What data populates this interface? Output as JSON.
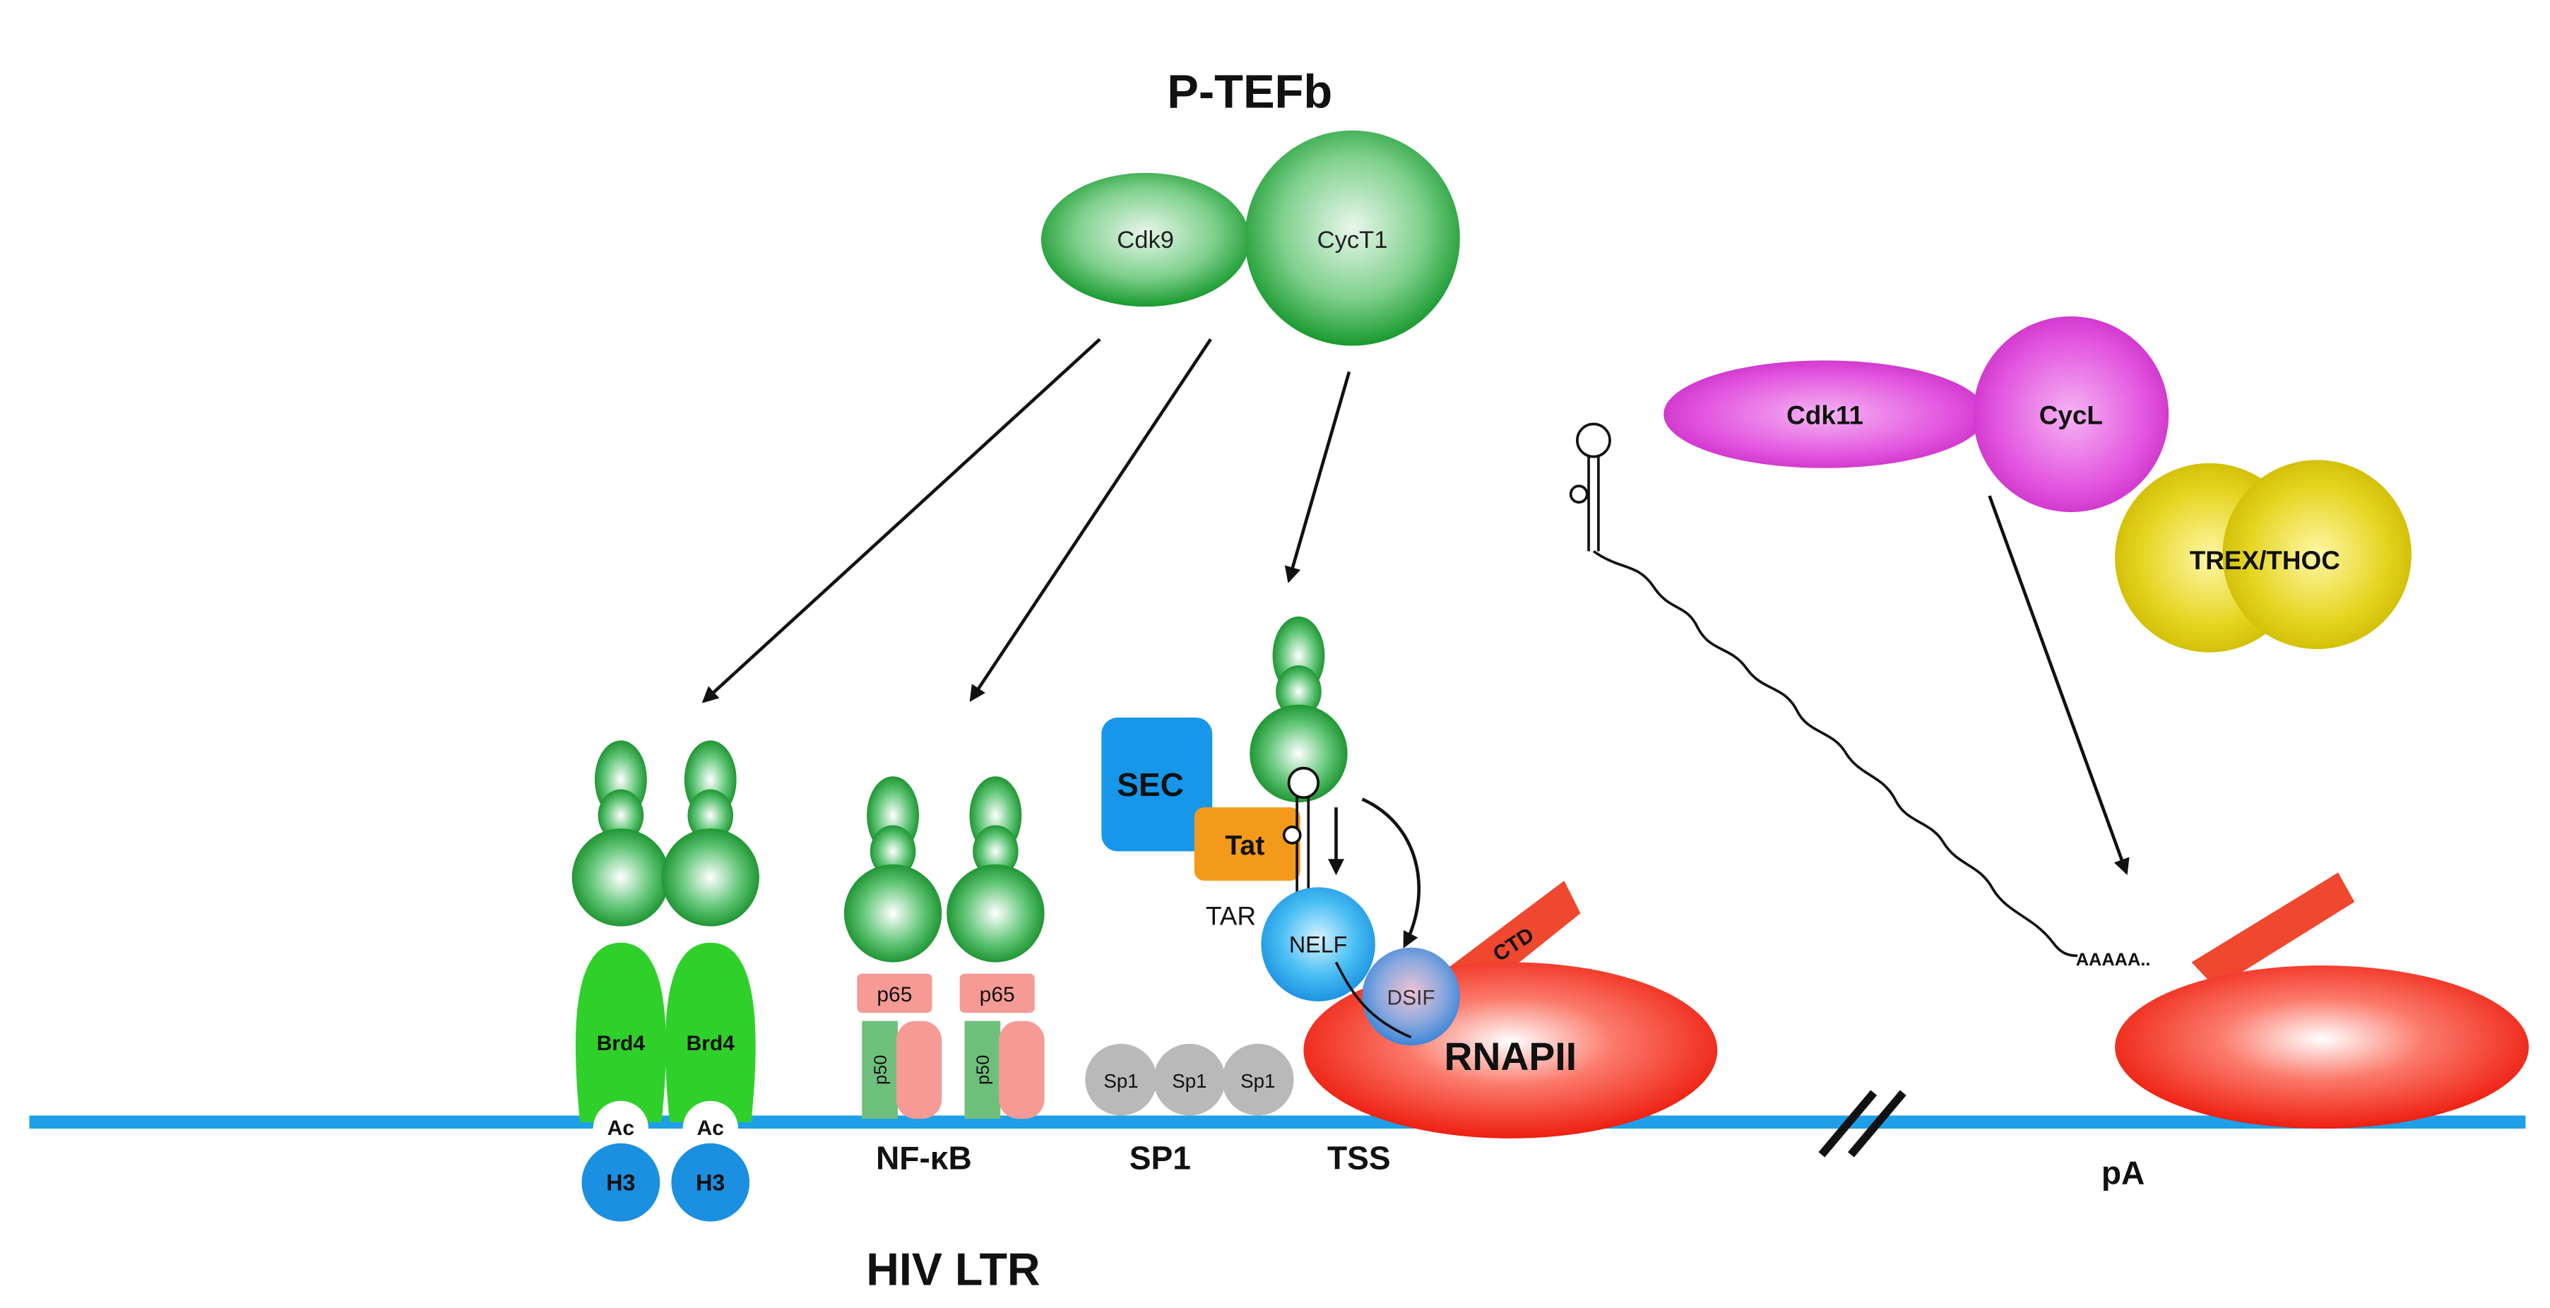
{
  "title": "P-TEFb",
  "ptefb": {
    "cdk9": "Cdk9",
    "cyct1": "CycT1"
  },
  "cdk11_complex": {
    "cdk11": "Cdk11",
    "cycl": "CycL",
    "trex": "TREX/THOC"
  },
  "brd4": {
    "label": "Brd4",
    "ac": "Ac",
    "h3": "H3"
  },
  "nfkb": {
    "label": "NF-κB",
    "p65": "p65",
    "p50": "p50"
  },
  "sp1": {
    "label": "SP1",
    "item": "Sp1"
  },
  "tss": {
    "label": "TSS"
  },
  "sec": "SEC",
  "tat": "Tat",
  "tar": "TAR",
  "nelf": "NELF",
  "dsif": "DSIF",
  "ctd": "CTD",
  "rnapii": "RNAPII",
  "polya": "AAAAA..",
  "pa": "pA",
  "ltr": "HIV LTR",
  "colors": {
    "dna": "#1e9fe8",
    "ptefb": "#1f9a32",
    "cdk11": "#dc3fd8",
    "trex": "#d9c600",
    "rnapii": "#f02a1a",
    "brd4": "#2fd02a",
    "h3": "#1b8fe0",
    "p65": "#f59a95",
    "p50": "#6fbf7c",
    "sp1": "#b9b9b9",
    "sec": "#1697ea",
    "tat": "#f49a1a",
    "nelf": "#22a9ef"
  }
}
